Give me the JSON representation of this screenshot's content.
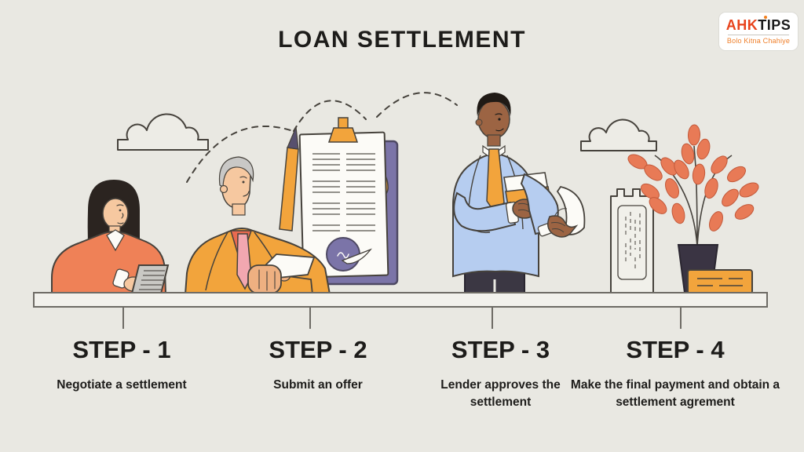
{
  "title": "LOAN SETTLEMENT",
  "logo": {
    "brand_primary": "AHK",
    "brand_secondary": "TIPS",
    "tagline": "Bolo Kitna Chahiye"
  },
  "steps": [
    {
      "label": "STEP - 1",
      "description": "Negotiate a settlement",
      "illustration": "woman-negotiating-at-desk"
    },
    {
      "label": "STEP - 2",
      "description": "Submit an offer",
      "illustration": "man-holding-offer-with-contract-clipboard"
    },
    {
      "label": "STEP - 3",
      "description": "Lender approves the settlement",
      "illustration": "lender-holding-approved-papers"
    },
    {
      "label": "STEP - 4",
      "description": "Make the final payment and obtain a settlement agrement",
      "illustration": "agreement-scroll-plant-and-envelope"
    }
  ],
  "colors": {
    "background": "#e9e8e2",
    "text": "#1d1c1a",
    "accent_orange": "#f2a43c",
    "coral": "#ef8157",
    "shirt_red": "#e96a50",
    "tie_pink": "#f2a7b0",
    "suit_blue": "#b6cdf0",
    "purple": "#7b74a8",
    "dark_navy": "#3b3743",
    "leaf_coral": "#e87a56",
    "logo_red": "#e8431c",
    "logo_orange": "#ef7f2a",
    "outline": "#46423c"
  }
}
